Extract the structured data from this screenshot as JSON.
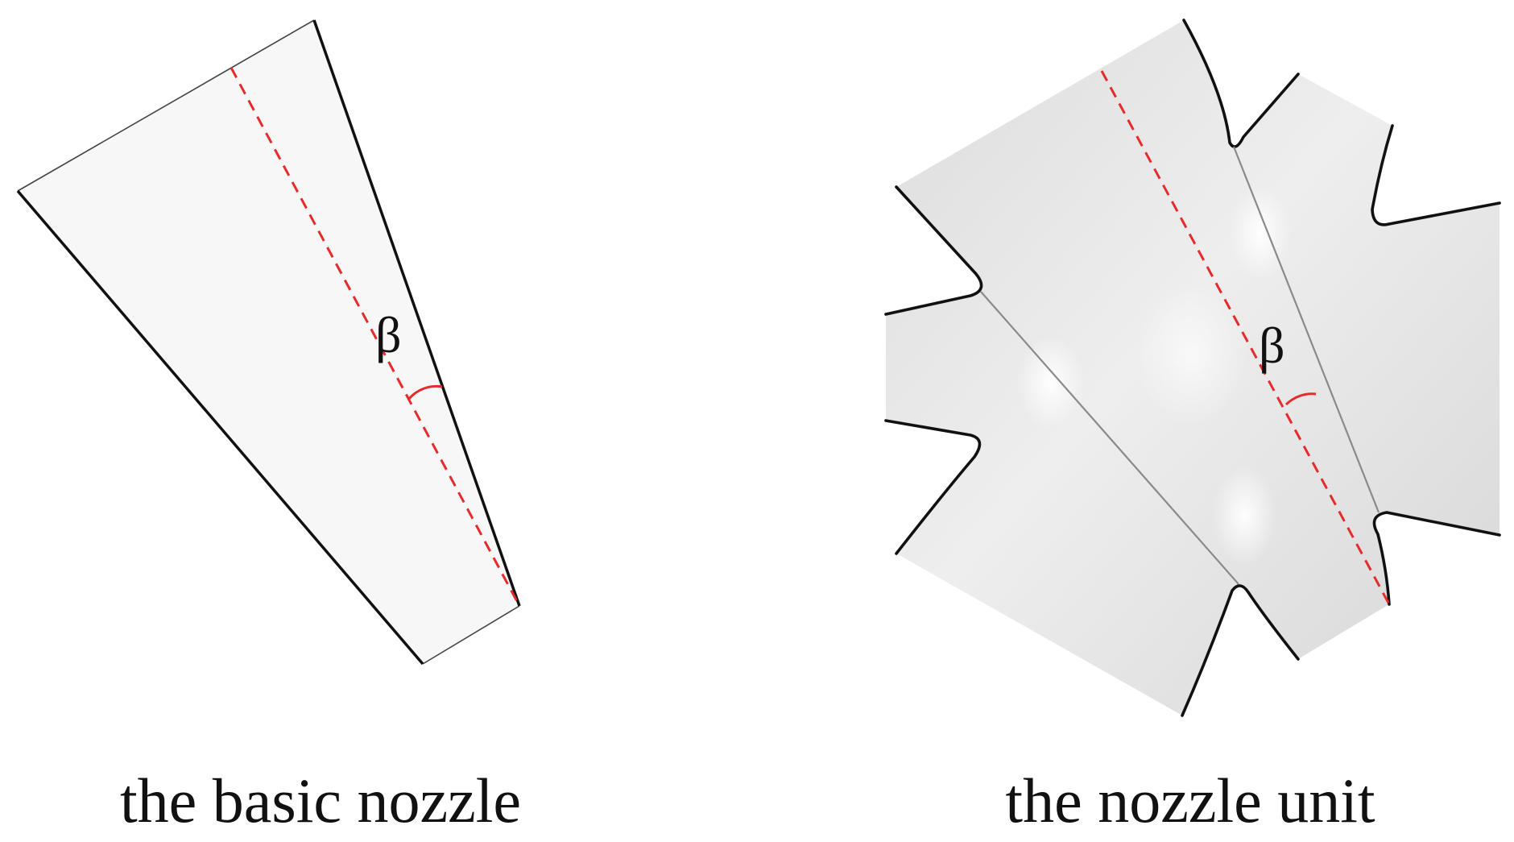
{
  "figure": {
    "panels": [
      {
        "id": "basic-nozzle",
        "caption": "the basic nozzle",
        "angle_symbol": "β"
      },
      {
        "id": "nozzle-unit",
        "caption": "the nozzle unit",
        "angle_symbol": "β"
      }
    ]
  },
  "colors": {
    "outline": "#111111",
    "thin_edge": "#333333",
    "axis_dashed": "#e52b2b",
    "angle_arc": "#e52b2b",
    "fill_light": "#f6f6f6",
    "fill_shaded": "#e3e3e3"
  }
}
